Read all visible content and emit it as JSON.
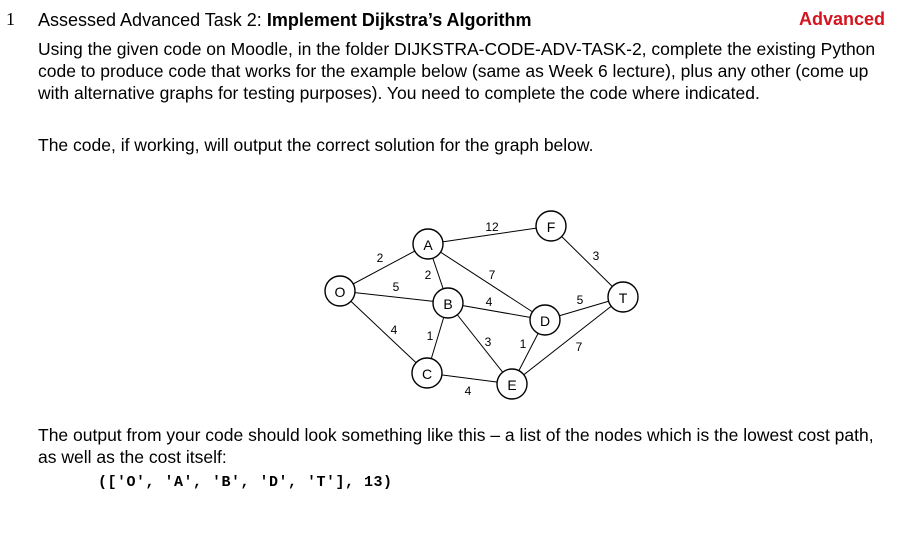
{
  "question": {
    "number": "1",
    "title_prefix": "Assessed Advanced Task 2: ",
    "title_bold": "Implement Dijkstra’s Algorithm",
    "level": "Advanced"
  },
  "paragraphs": {
    "intro": "Using the given code on Moodle, in the folder DIJKSTRA-CODE-ADV-TASK-2, complete the existing Python code to produce code that works for the example below (same as Week 6 lecture), plus any other (come up with alternative graphs for testing purposes). You need to complete the code where indicated.",
    "solution_note": "The code, if working, will output the correct solution for the graph below.",
    "output_note": "The output from your code should look something like this – a list of the nodes which is the lowest cost path, as well as the cost itself:"
  },
  "code_output": "(['O', 'A', 'B', 'D', 'T'], 13)",
  "graph": {
    "nodes": [
      "O",
      "A",
      "B",
      "C",
      "D",
      "E",
      "F",
      "T"
    ],
    "edges": [
      {
        "from": "O",
        "to": "A",
        "weight": "2"
      },
      {
        "from": "O",
        "to": "B",
        "weight": "5"
      },
      {
        "from": "O",
        "to": "C",
        "weight": "4"
      },
      {
        "from": "A",
        "to": "B",
        "weight": "2"
      },
      {
        "from": "A",
        "to": "D",
        "weight": "7"
      },
      {
        "from": "A",
        "to": "F",
        "weight": "12"
      },
      {
        "from": "B",
        "to": "C",
        "weight": "1"
      },
      {
        "from": "B",
        "to": "D",
        "weight": "4"
      },
      {
        "from": "B",
        "to": "E",
        "weight": "3"
      },
      {
        "from": "C",
        "to": "E",
        "weight": "4"
      },
      {
        "from": "D",
        "to": "E",
        "weight": "1"
      },
      {
        "from": "D",
        "to": "T",
        "weight": "5"
      },
      {
        "from": "E",
        "to": "T",
        "weight": "7"
      },
      {
        "from": "F",
        "to": "T",
        "weight": "3"
      }
    ]
  }
}
